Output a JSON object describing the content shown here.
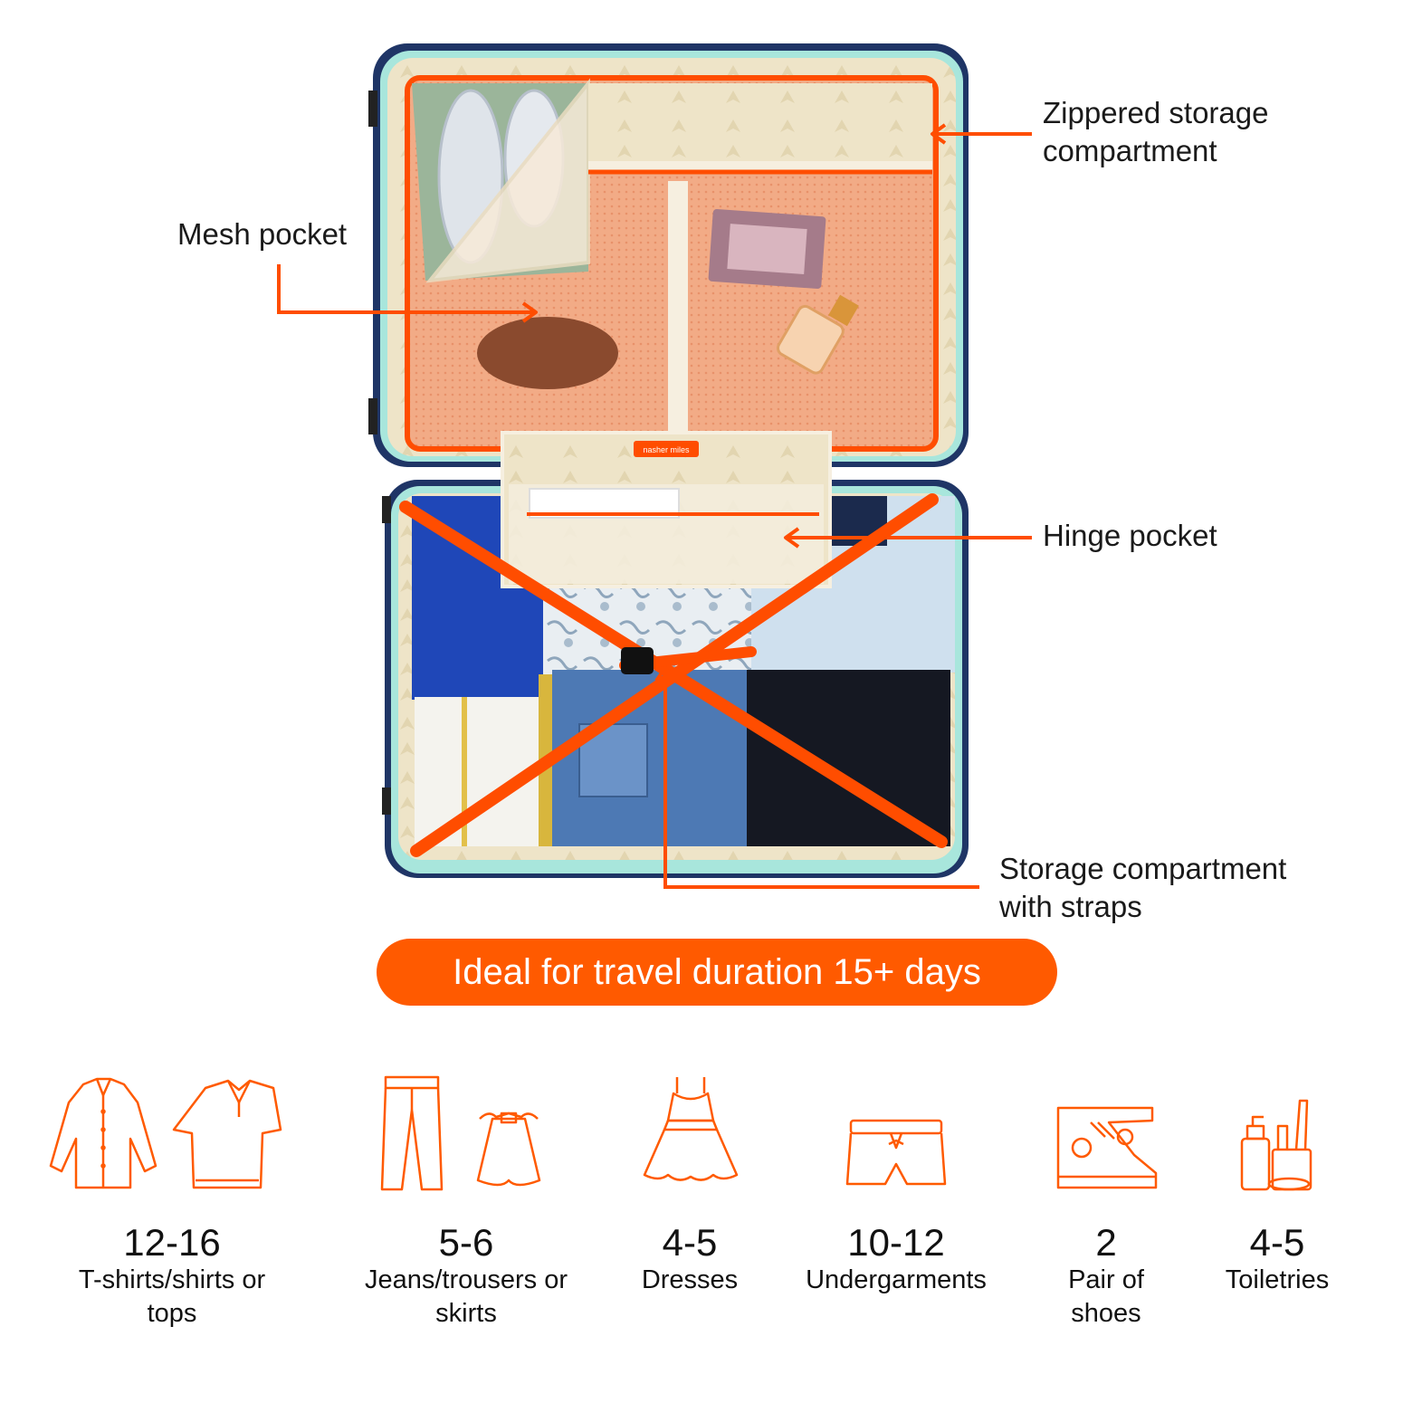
{
  "colors": {
    "accent": "#ff5a00",
    "shell": "#1f3566",
    "lining": "#efe6cf",
    "mesh": "#f4b08c",
    "trim": "#9fe3d8"
  },
  "callouts": {
    "zippered": {
      "line1": "Zippered storage",
      "line2": "compartment"
    },
    "mesh": {
      "line1": "Mesh pocket"
    },
    "hinge": {
      "line1": "Hinge pocket"
    },
    "straps": {
      "line1": "Storage compartment",
      "line2": "with straps"
    }
  },
  "brand_tag": "nasher miles",
  "banner": {
    "text": "Ideal for travel duration 15+ days"
  },
  "capacity": [
    {
      "count": "12-16",
      "label_line1": "T-shirts/shirts or",
      "label_line2": "tops",
      "icon": "shirt-and-polo-icon"
    },
    {
      "count": "5-6",
      "label_line1": "Jeans/trousers or",
      "label_line2": "skirts",
      "icon": "trousers-and-skirt-icon"
    },
    {
      "count": "4-5",
      "label_line1": "Dresses",
      "label_line2": "",
      "icon": "dress-icon"
    },
    {
      "count": "10-12",
      "label_line1": "Undergarments",
      "label_line2": "",
      "icon": "shorts-icon"
    },
    {
      "count": "2",
      "label_line1": "Pair of",
      "label_line2": "shoes",
      "icon": "sneaker-icon"
    },
    {
      "count": "4-5",
      "label_line1": "Toiletries",
      "label_line2": "",
      "icon": "toiletries-icon"
    }
  ]
}
